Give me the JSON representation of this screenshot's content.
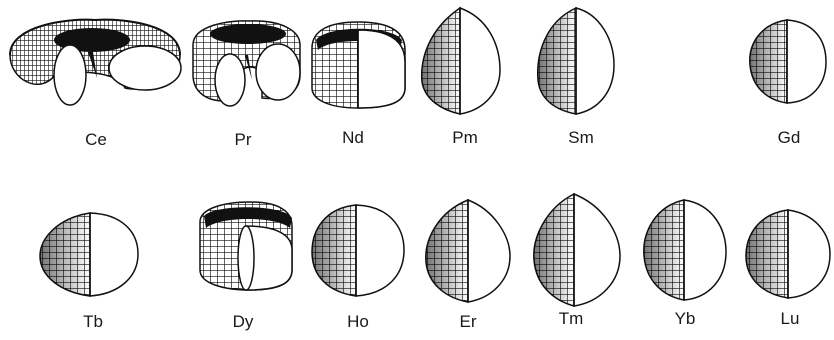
{
  "rows": [
    {
      "elements": [
        {
          "label": "Ce",
          "shape": "torus-cutaway"
        },
        {
          "label": "Pr",
          "shape": "torus-small-cutaway"
        },
        {
          "label": "Nd",
          "shape": "cylindrical-cutaway"
        },
        {
          "label": "Pm",
          "shape": "prolate-half"
        },
        {
          "label": "Sm",
          "shape": "prolate-half"
        },
        {
          "label": "Gd",
          "shape": "sphere-half"
        }
      ]
    },
    {
      "elements": [
        {
          "label": "Tb",
          "shape": "oblate-half"
        },
        {
          "label": "Dy",
          "shape": "cylindrical-cutaway"
        },
        {
          "label": "Ho",
          "shape": "cylindrical-half"
        },
        {
          "label": "Er",
          "shape": "prolate-half"
        },
        {
          "label": "Tm",
          "shape": "prolate-half"
        },
        {
          "label": "Yb",
          "shape": "prolate-half"
        },
        {
          "label": "Lu",
          "shape": "sphere-half"
        }
      ]
    }
  ]
}
